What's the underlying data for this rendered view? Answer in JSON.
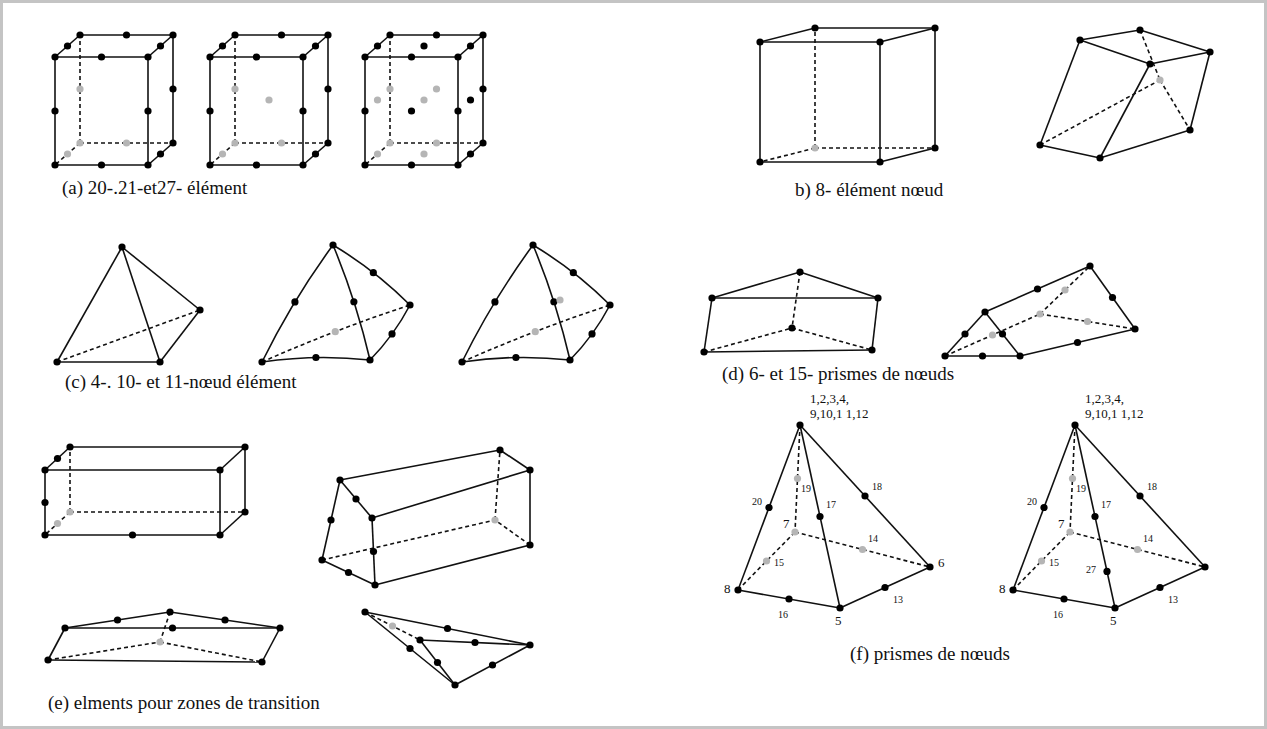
{
  "diagram": {
    "labels": [
      "(a) 20-.21-et27- élément",
      "b) 8- élément nœud",
      "(c) 4-. 10- et 11-nœud élément",
      "(d) 6- et 15- prismes de nœuds",
      "(e) elments pour zones de transition",
      "(f) prismes de nœuds",
      "1,2,3,4,",
      "9,10,1 1,12",
      "19",
      "18",
      "20",
      "7",
      "17",
      "15",
      "14",
      "6",
      "8",
      "16",
      "5",
      "13",
      "1,2,3,4,",
      "9,10,1 1,12",
      "19",
      "18",
      "20",
      "7",
      "17",
      "15",
      "14",
      "27",
      "8",
      "16",
      "13",
      "5"
    ]
  }
}
